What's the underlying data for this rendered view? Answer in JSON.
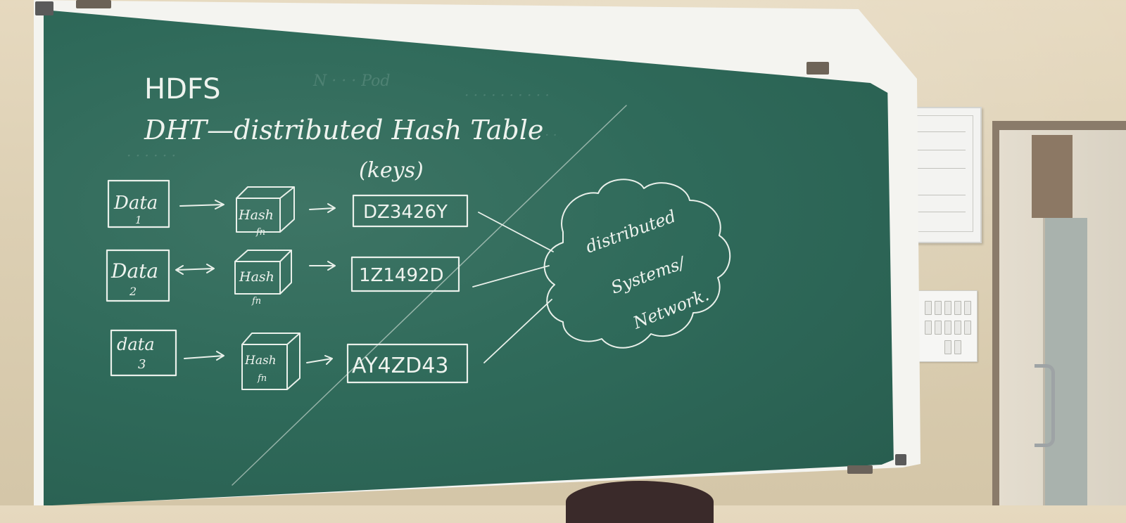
{
  "board": {
    "title_line1": "HDFS",
    "title_line2": "DHT—distributed Hash Table",
    "keys_label": "(keys)",
    "rows": [
      {
        "data_label": "Data",
        "data_num": "1",
        "hash_label": "Hash",
        "hash_sub": "fn",
        "key": "DZ3426Y"
      },
      {
        "data_label": "Data",
        "data_num": "2",
        "hash_label": "Hash",
        "hash_sub": "fn",
        "key": "1Z1492D"
      },
      {
        "data_label": "data",
        "data_num": "3",
        "hash_label": "Hash",
        "hash_sub": "fn",
        "key": "AY4ZD43"
      }
    ],
    "cloud": {
      "line1": "distributed",
      "line2": "Systems/",
      "line3": "Network."
    }
  },
  "colors": {
    "board": "#2f6a5a",
    "chalk": "#eef3ee",
    "wall": "#e2d5ba"
  }
}
